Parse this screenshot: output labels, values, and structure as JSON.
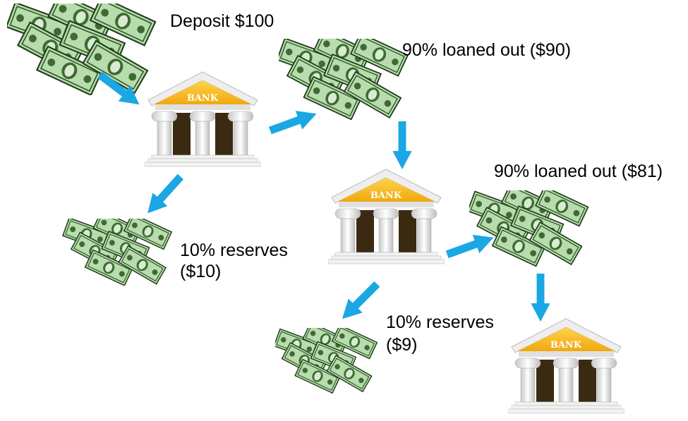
{
  "labels": {
    "deposit": "Deposit  $100",
    "loan1": "90% loaned out ($90)",
    "loan2": "90% loaned out ($81)",
    "reserve1_pct": "10% reserves",
    "reserve1_amt": "($10)",
    "reserve2_pct": "10% reserves",
    "reserve2_amt": "($9)"
  },
  "bank_sign": "BANK",
  "colors": {
    "arrow": "#1aa7e4",
    "bank_roof": "#f6b81c",
    "money": "#6fae5a"
  }
}
